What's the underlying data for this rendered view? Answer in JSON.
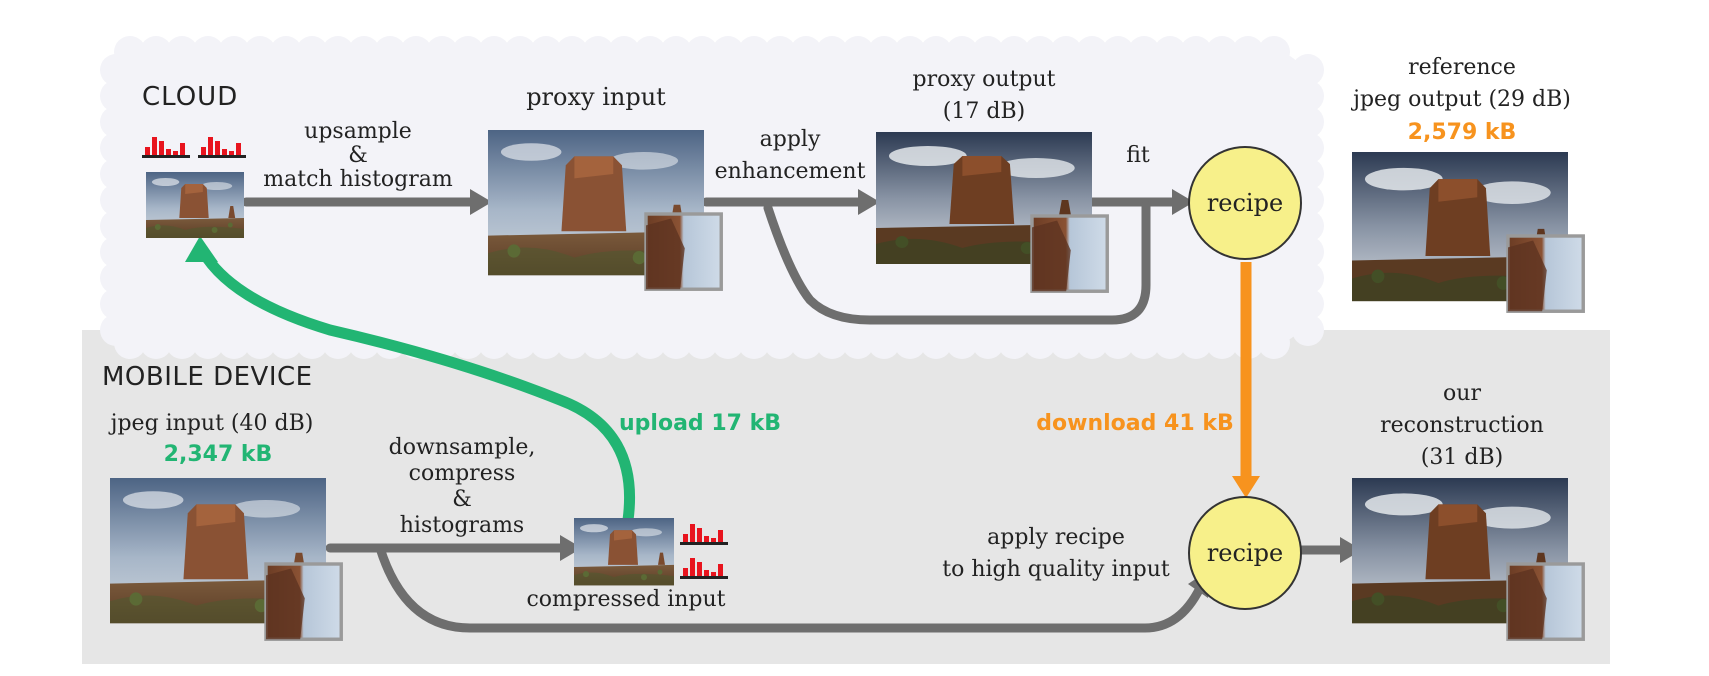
{
  "colors": {
    "cloud_bg": "#f3f3f8",
    "mobile_bg": "#e6e6e6",
    "arrow_gray": "#6e6e6e",
    "upload_green": "#22b573",
    "download_orange": "#f7931e",
    "recipe_fill": "#f7f08a",
    "histogram_red": "#e8141e"
  },
  "cloud": {
    "title": "CLOUD",
    "upsample_label": [
      "upsample",
      "&",
      "match histogram"
    ],
    "proxy_input_label": "proxy input",
    "apply_enhancement_label": [
      "apply",
      "enhancement"
    ],
    "proxy_output_label": [
      "proxy output",
      "(17 dB)"
    ],
    "fit_label": "fit",
    "recipe_label": "recipe",
    "reference_label": [
      "reference",
      "jpeg output (29 dB)"
    ],
    "reference_size": "2,579 kB"
  },
  "mobile": {
    "title": "MOBILE DEVICE",
    "jpeg_input_label": "jpeg input (40 dB)",
    "jpeg_input_size": "2,347 kB",
    "downsample_label": [
      "downsample,",
      "compress",
      "&",
      "histograms"
    ],
    "compressed_input_label": "compressed input",
    "apply_recipe_label": [
      "apply recipe",
      "to high quality input"
    ],
    "recipe_label": "recipe",
    "reconstruction_label": [
      "our",
      "reconstruction",
      "(31 dB)"
    ]
  },
  "transfers": {
    "upload_label": "upload 17 kB",
    "download_label": "download 41 kB"
  },
  "icons": [
    "photo-thumbnail-icon",
    "zoom-crop-icon",
    "histogram-icon"
  ]
}
